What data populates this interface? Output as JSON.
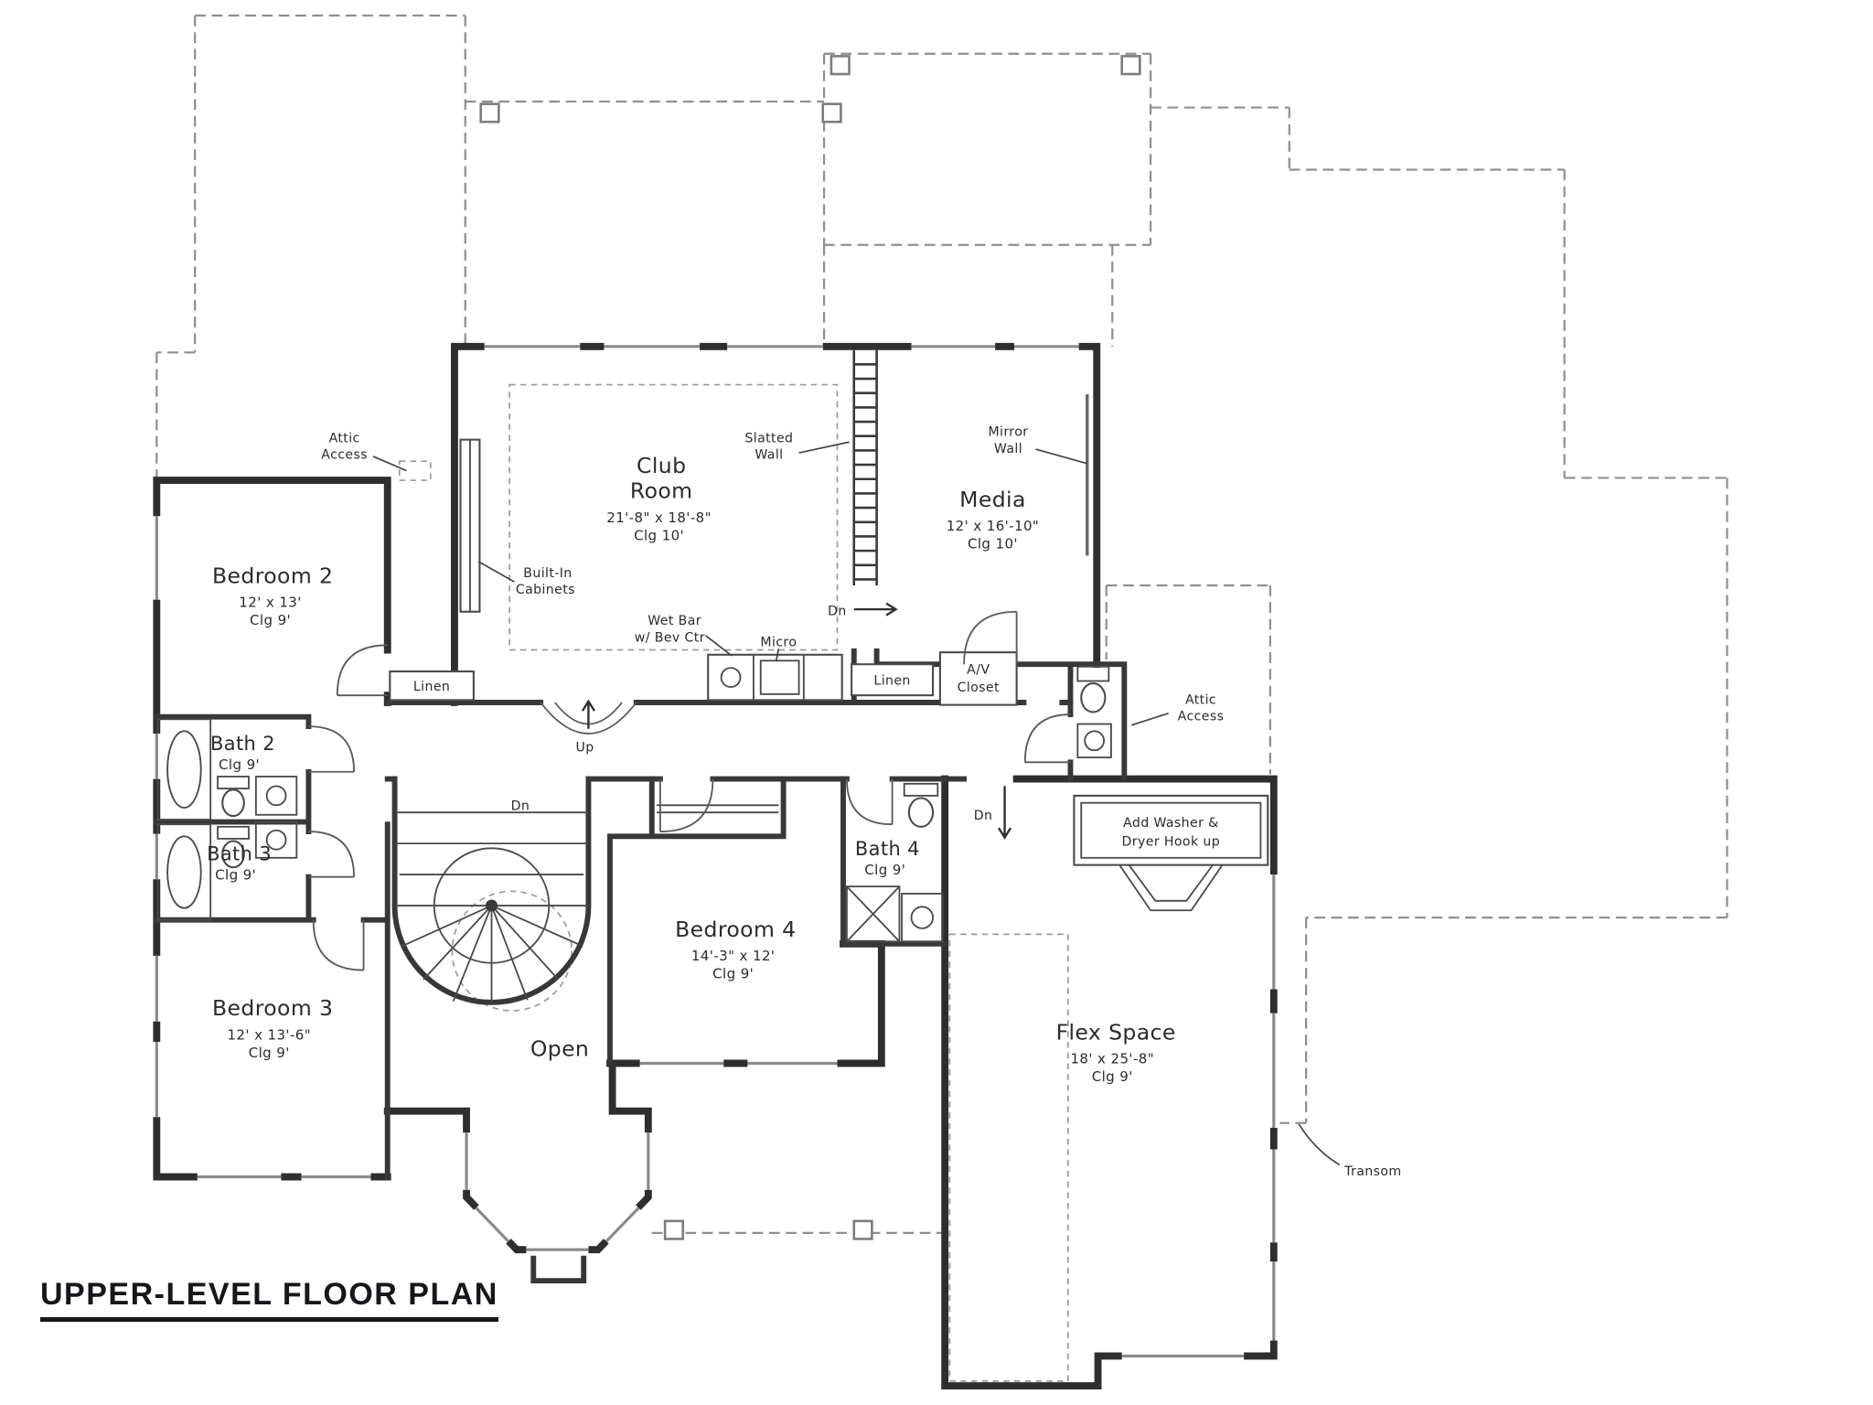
{
  "title": "UPPER-LEVEL FLOOR PLAN",
  "rooms": {
    "club_room": {
      "name_line1": "Club",
      "name_line2": "Room",
      "dims": "21'-8\" x 18'-8\"",
      "clg": "Clg 10'"
    },
    "media": {
      "name": "Media",
      "dims": "12' x 16'-10\"",
      "clg": "Clg 10'"
    },
    "bedroom2": {
      "name": "Bedroom 2",
      "dims": "12' x 13'",
      "clg": "Clg 9'"
    },
    "bedroom3": {
      "name": "Bedroom 3",
      "dims": "12' x 13'-6\"",
      "clg": "Clg 9'"
    },
    "bedroom4": {
      "name": "Bedroom 4",
      "dims": "14'-3\" x 12'",
      "clg": "Clg 9'"
    },
    "bath2": {
      "name": "Bath 2",
      "clg": "Clg 9'"
    },
    "bath3": {
      "name": "Bath 3",
      "clg": "Clg 9'"
    },
    "bath4": {
      "name": "Bath 4",
      "clg": "Clg 9'"
    },
    "flex_space": {
      "name": "Flex Space",
      "dims": "18' x 25'-8\"",
      "clg": "Clg 9'"
    },
    "open_area": {
      "name": "Open"
    }
  },
  "annotations": {
    "attic_access_left": {
      "line1": "Attic",
      "line2": "Access"
    },
    "attic_access_right": {
      "line1": "Attic",
      "line2": "Access"
    },
    "slatted_wall": {
      "line1": "Slatted",
      "line2": "Wall"
    },
    "mirror_wall": {
      "line1": "Mirror",
      "line2": "Wall"
    },
    "built_in_cabinets": {
      "line1": "Built-In",
      "line2": "Cabinets"
    },
    "wet_bar": {
      "line1": "Wet Bar",
      "line2": "w/ Bev Ctr"
    },
    "micro": {
      "label": "Micro"
    },
    "linen_left": {
      "label": "Linen"
    },
    "linen_right": {
      "label": "Linen"
    },
    "av_closet": {
      "line1": "A/V",
      "line2": "Closet"
    },
    "washer_dryer": {
      "line1": "Add Washer &",
      "line2": "Dryer Hook up"
    },
    "transom": {
      "label": "Transom"
    },
    "stair_up": {
      "label": "Up"
    },
    "stair_dn": {
      "label": "Dn"
    },
    "media_dn": {
      "label": "Dn"
    },
    "flex_dn": {
      "label": "Dn"
    }
  }
}
